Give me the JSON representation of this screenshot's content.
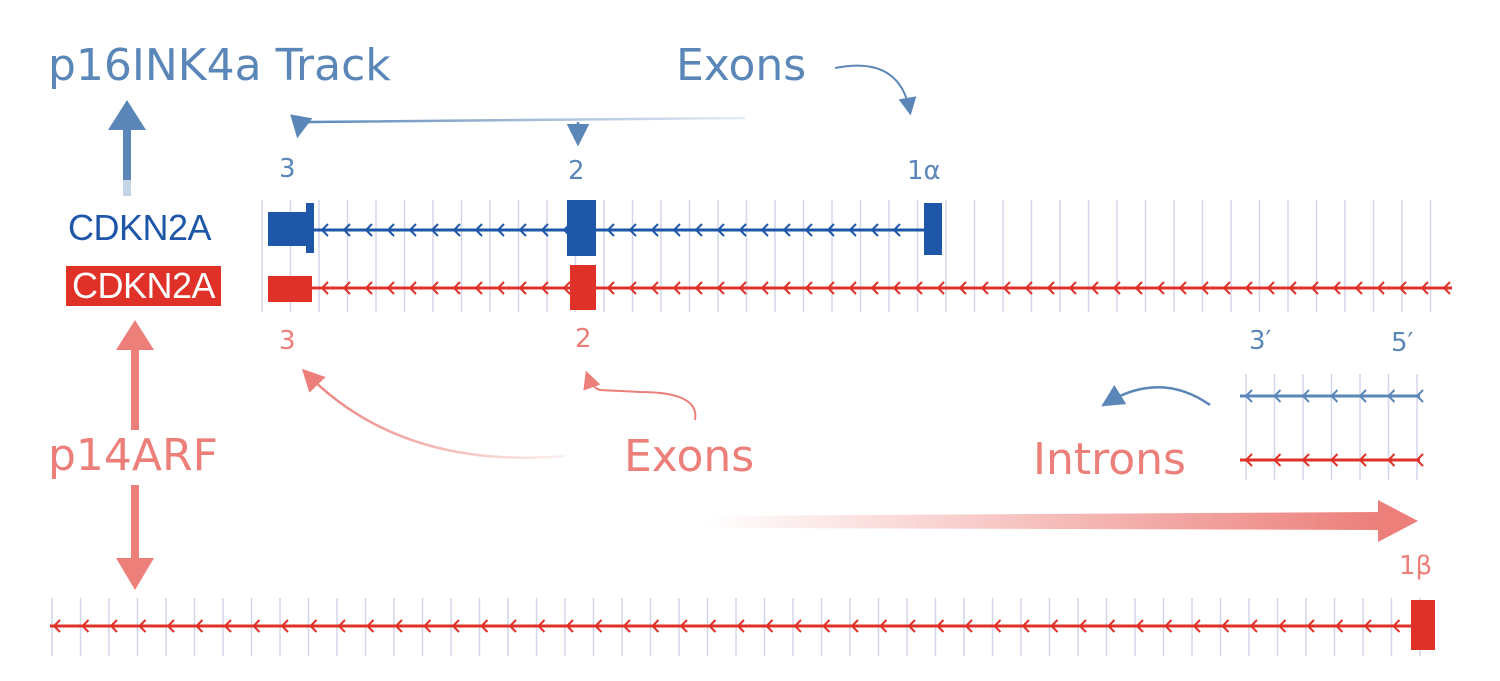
{
  "colors": {
    "blue": "#5b87b8",
    "blue_dark": "#1f57a8",
    "red": "#e03128",
    "red_light": "#ec7f7a",
    "grid": "#d3d6ea"
  },
  "title": "p16INK4a Track",
  "p14_label": "p14ARF",
  "exons_top": "Exons",
  "exons_bottom": "Exons",
  "introns": "Introns",
  "gene_blue": "CDKN2A",
  "gene_red": "CDKN2A",
  "blue_exon_numbers": [
    "3",
    "2",
    "1α"
  ],
  "red_exon_numbers": [
    "3",
    "2"
  ],
  "exon_1b": "1β",
  "strand_3": "3′",
  "strand_5": "5′"
}
